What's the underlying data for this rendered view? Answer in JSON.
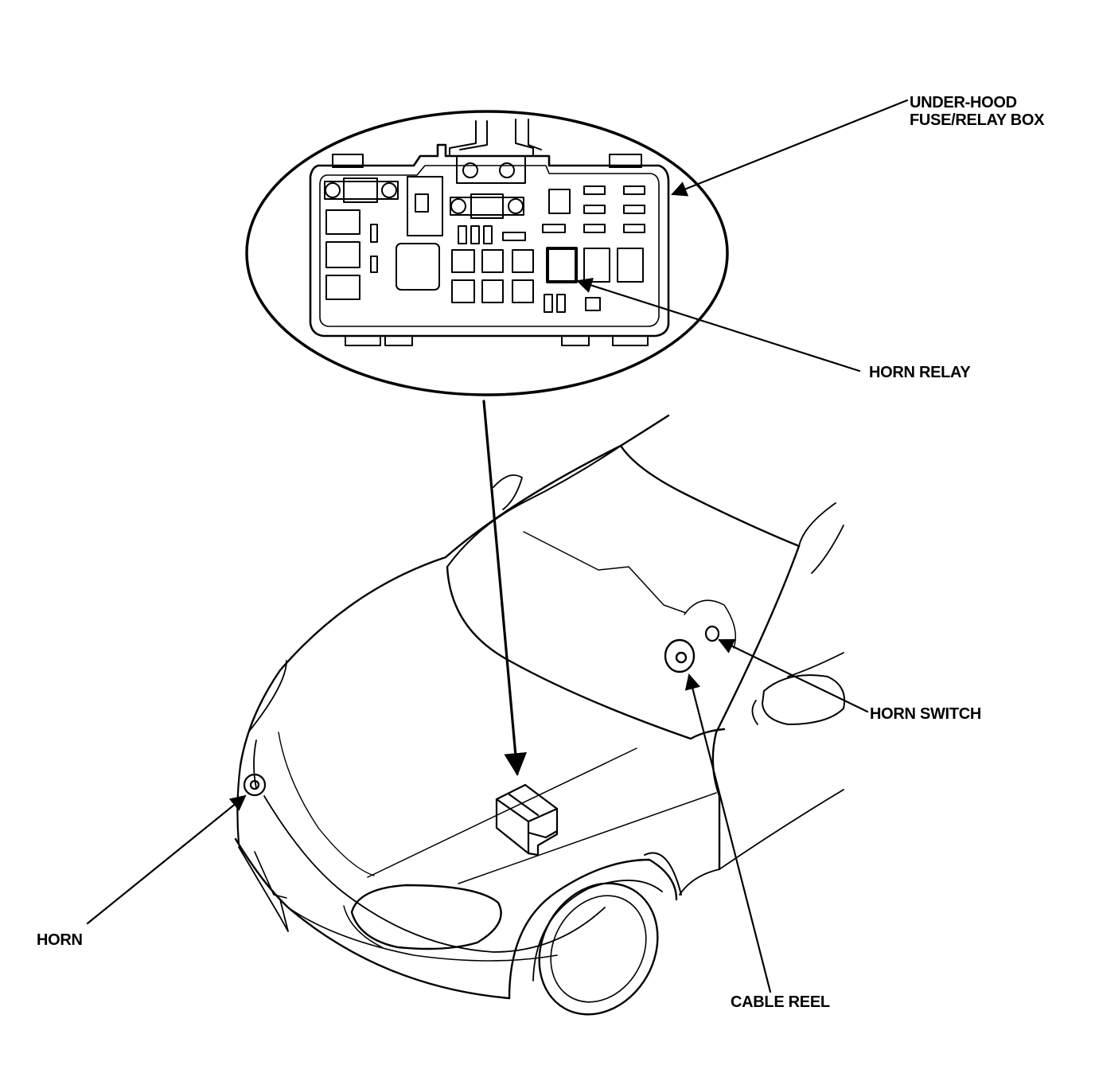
{
  "labels": {
    "fuse_box_line1": "UNDER-HOOD",
    "fuse_box_line2": "FUSE/RELAY BOX",
    "horn_relay": "HORN RELAY",
    "horn_switch": "HORN SWITCH",
    "horn": "HORN",
    "cable_reel": "CABLE REEL"
  },
  "colors": {
    "ink": "#000000",
    "paper": "#ffffff"
  }
}
